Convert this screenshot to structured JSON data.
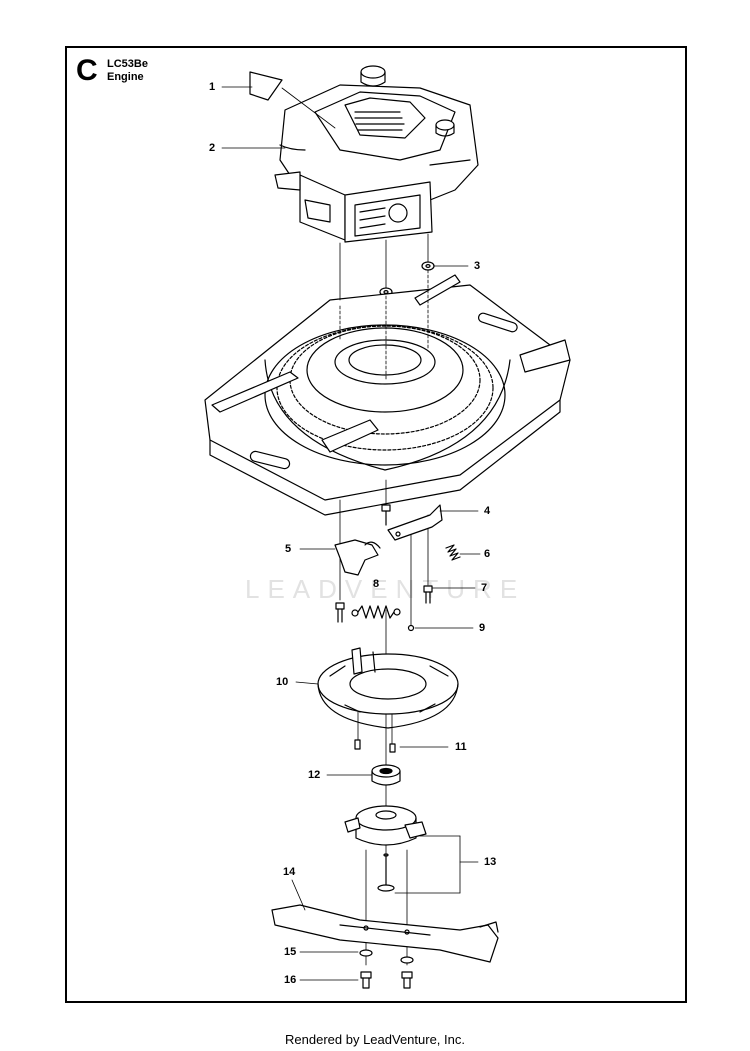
{
  "header": {
    "section_letter": "C",
    "model": "LC53Be",
    "subtitle": "Engine"
  },
  "watermark": "LEADVENTURE",
  "footer": "Rendered by LeadVenture, Inc.",
  "callouts": [
    "1",
    "2",
    "3",
    "4",
    "5",
    "6",
    "7",
    "8",
    "9",
    "10",
    "11",
    "12",
    "13",
    "14",
    "15",
    "16"
  ]
}
